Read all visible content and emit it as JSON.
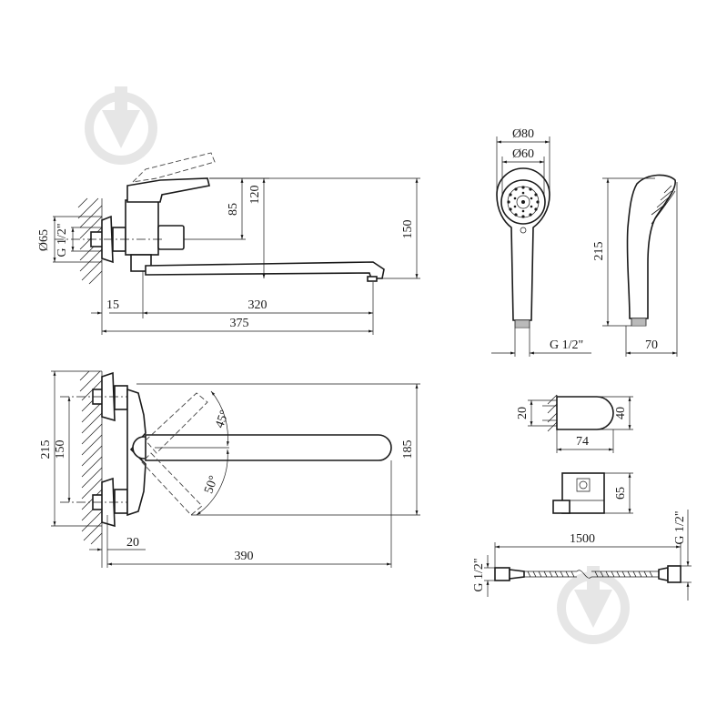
{
  "dimensions": {
    "side_view": {
      "d65": "Ø65",
      "g_half": "G 1/2\"",
      "h85": "85",
      "h120": "120",
      "h150": "150",
      "w15": "15",
      "w320": "320",
      "w375": "375"
    },
    "top_view": {
      "h215": "215",
      "h150": "150",
      "h185": "185",
      "w20": "20",
      "w390": "390",
      "a45": "45°",
      "a50": "50°"
    },
    "shower_head": {
      "d80": "Ø80",
      "d60": "Ø60",
      "g_half": "G 1/2\"",
      "h215": "215",
      "w70": "70"
    },
    "holder": {
      "h20": "20",
      "h40": "40",
      "w74": "74"
    },
    "bracket": {
      "h65": "65"
    },
    "hose": {
      "len": "1500",
      "g_left": "G 1/2\"",
      "g_right": "G 1/2\""
    }
  }
}
